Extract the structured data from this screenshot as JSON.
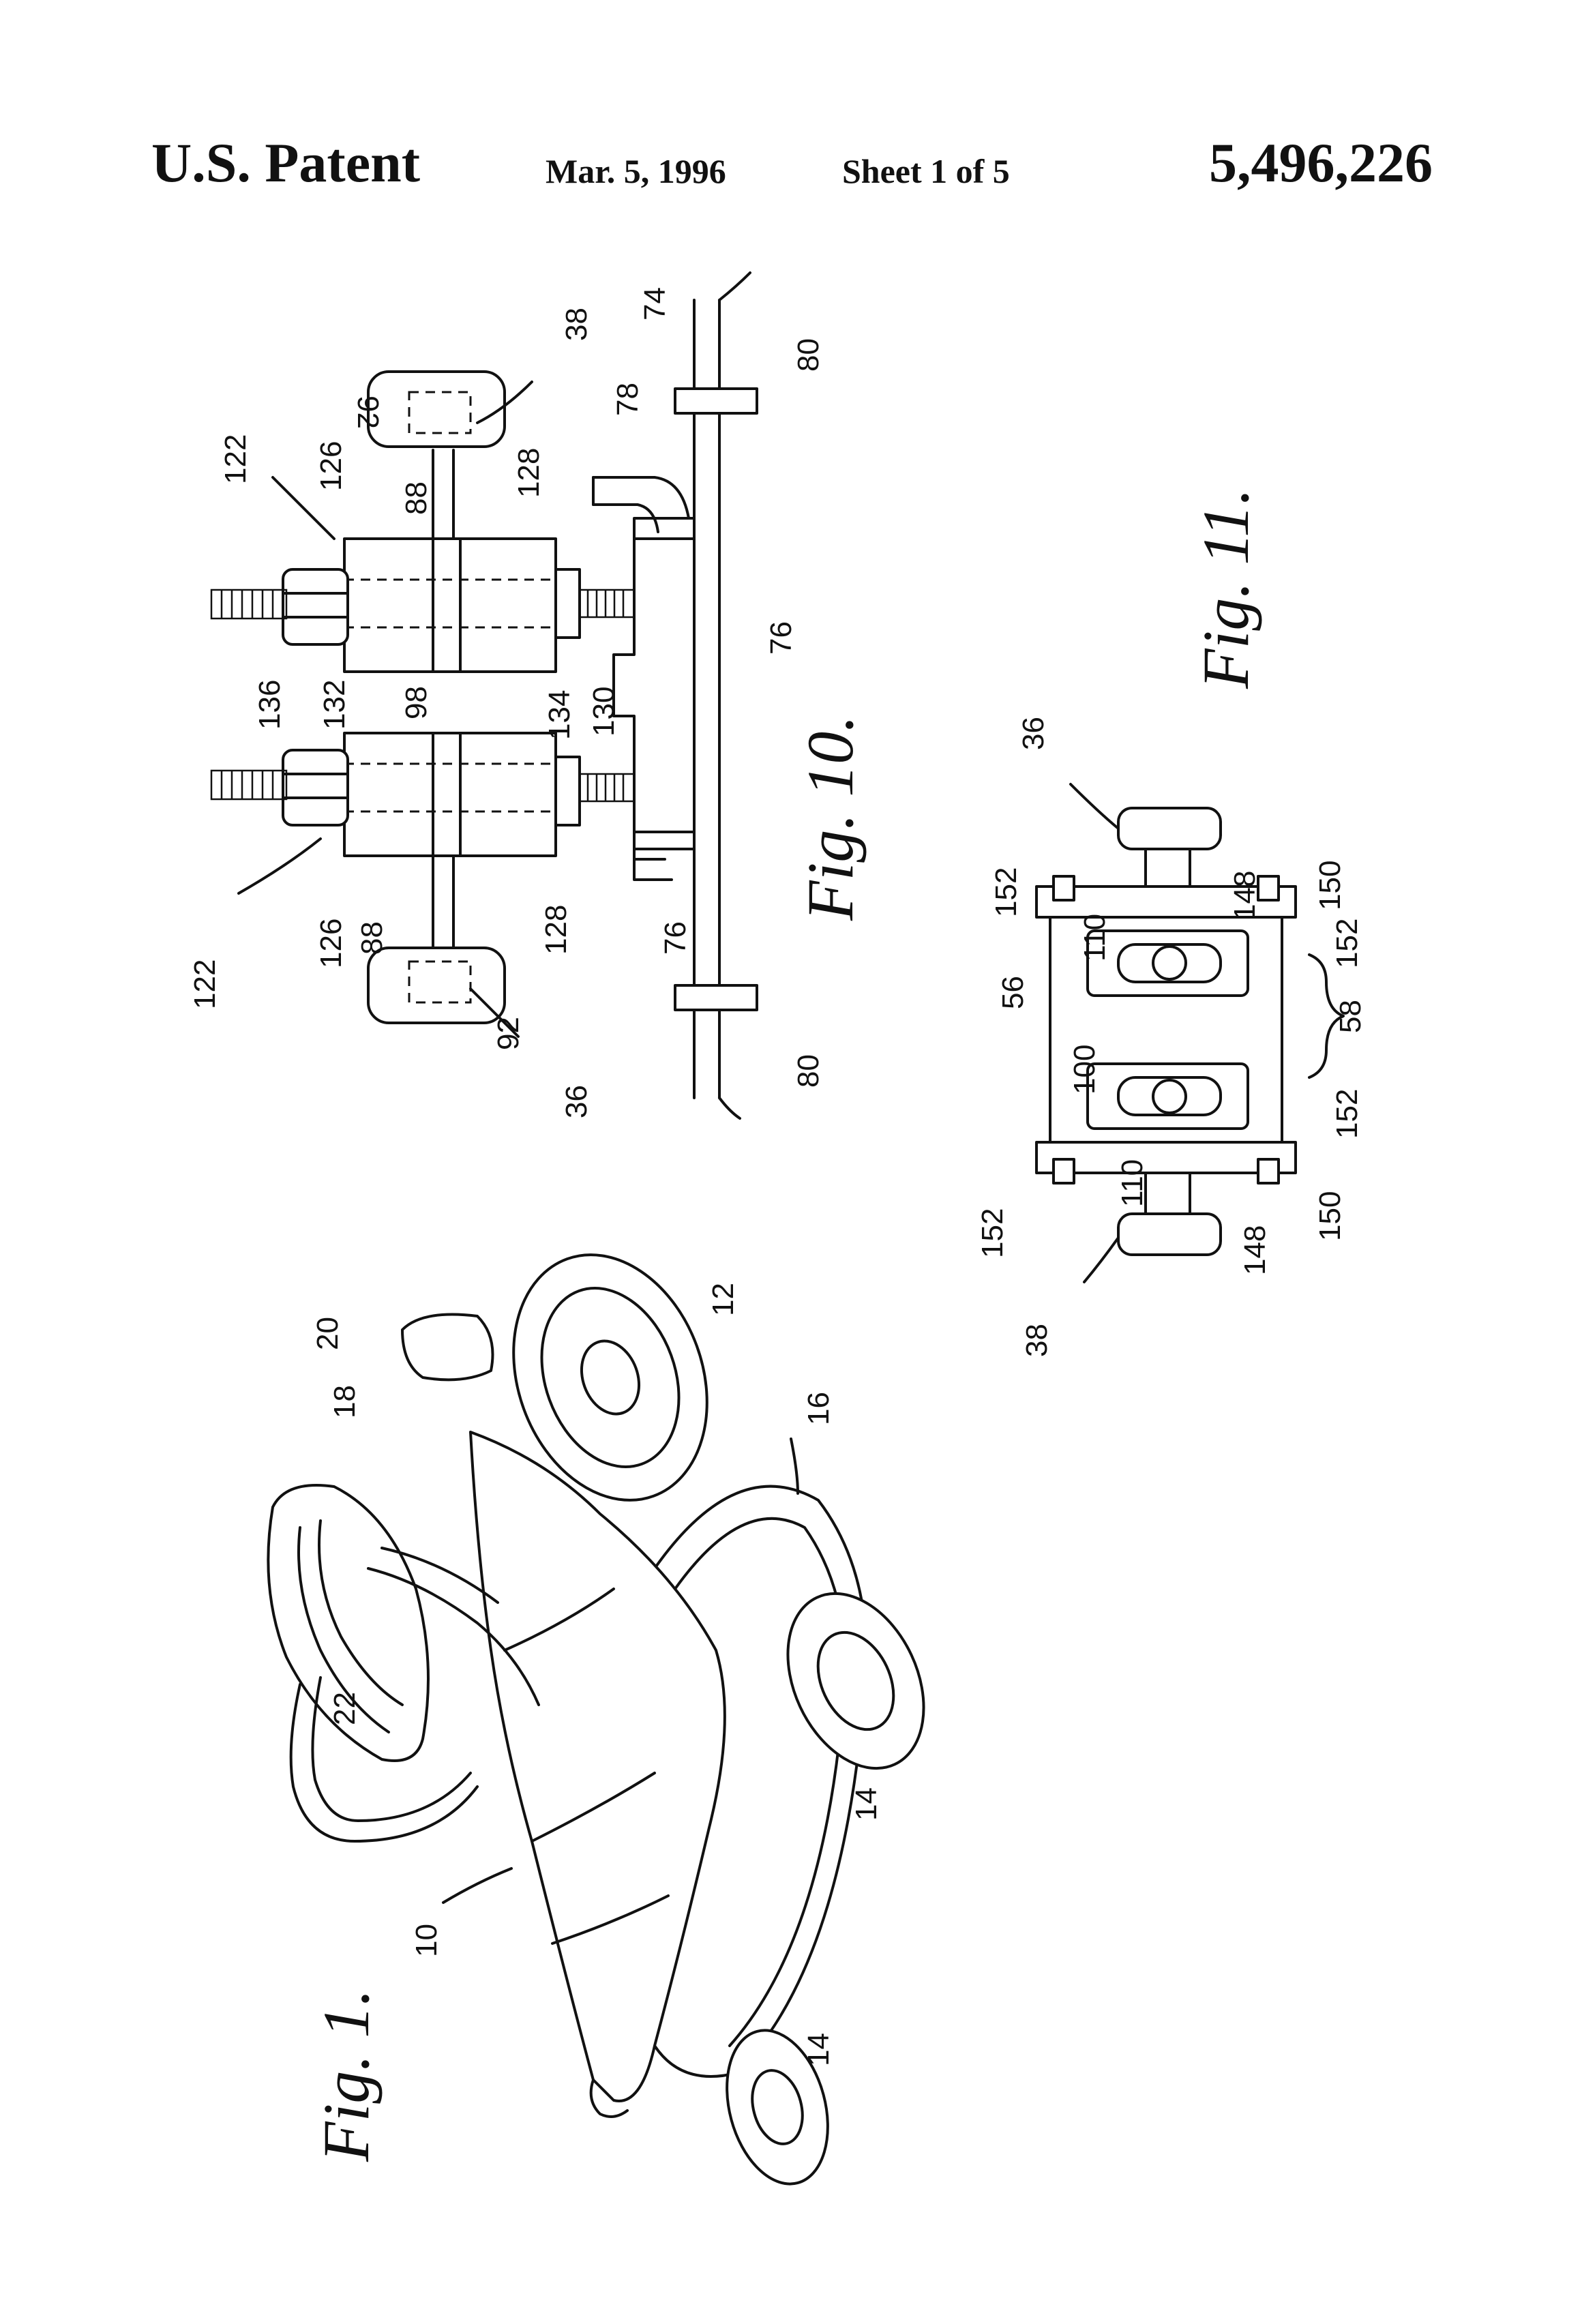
{
  "header": {
    "title": "U.S. Patent",
    "date": "Mar. 5, 1996",
    "sheet": "Sheet 1 of 5",
    "patent_number": "5,496,226"
  },
  "figures": {
    "fig1": {
      "caption": "Fig. 1.",
      "labels": {
        "l10": "10",
        "l12": "12",
        "l14a": "14",
        "l14b": "14",
        "l16": "16",
        "l18": "18",
        "l20": "20",
        "l22": "22"
      }
    },
    "fig10": {
      "caption": "Fig. 10.",
      "labels": {
        "l122a": "122",
        "l122b": "122",
        "l126a": "126",
        "l126b": "126",
        "l128a": "128",
        "l128b": "128",
        "l88a": "88",
        "l88b": "88",
        "l92a": "92",
        "l92b": "92",
        "l36": "36",
        "l38": "38",
        "l74": "74",
        "l76a": "76",
        "l76b": "76",
        "l78": "78",
        "l80a": "80",
        "l80b": "80",
        "l98": "98",
        "l130": "130",
        "l132": "132",
        "l134": "134",
        "l136": "136"
      }
    },
    "fig11": {
      "caption": "Fig. 11.",
      "labels": {
        "l36": "36",
        "l38": "38",
        "l56": "56",
        "l58": "58",
        "l100": "100",
        "l110a": "110",
        "l110b": "110",
        "l148a": "148",
        "l148b": "148",
        "l150a": "150",
        "l150b": "150",
        "l152a": "152",
        "l152b": "152",
        "l152c": "152",
        "l152d": "152"
      }
    }
  }
}
